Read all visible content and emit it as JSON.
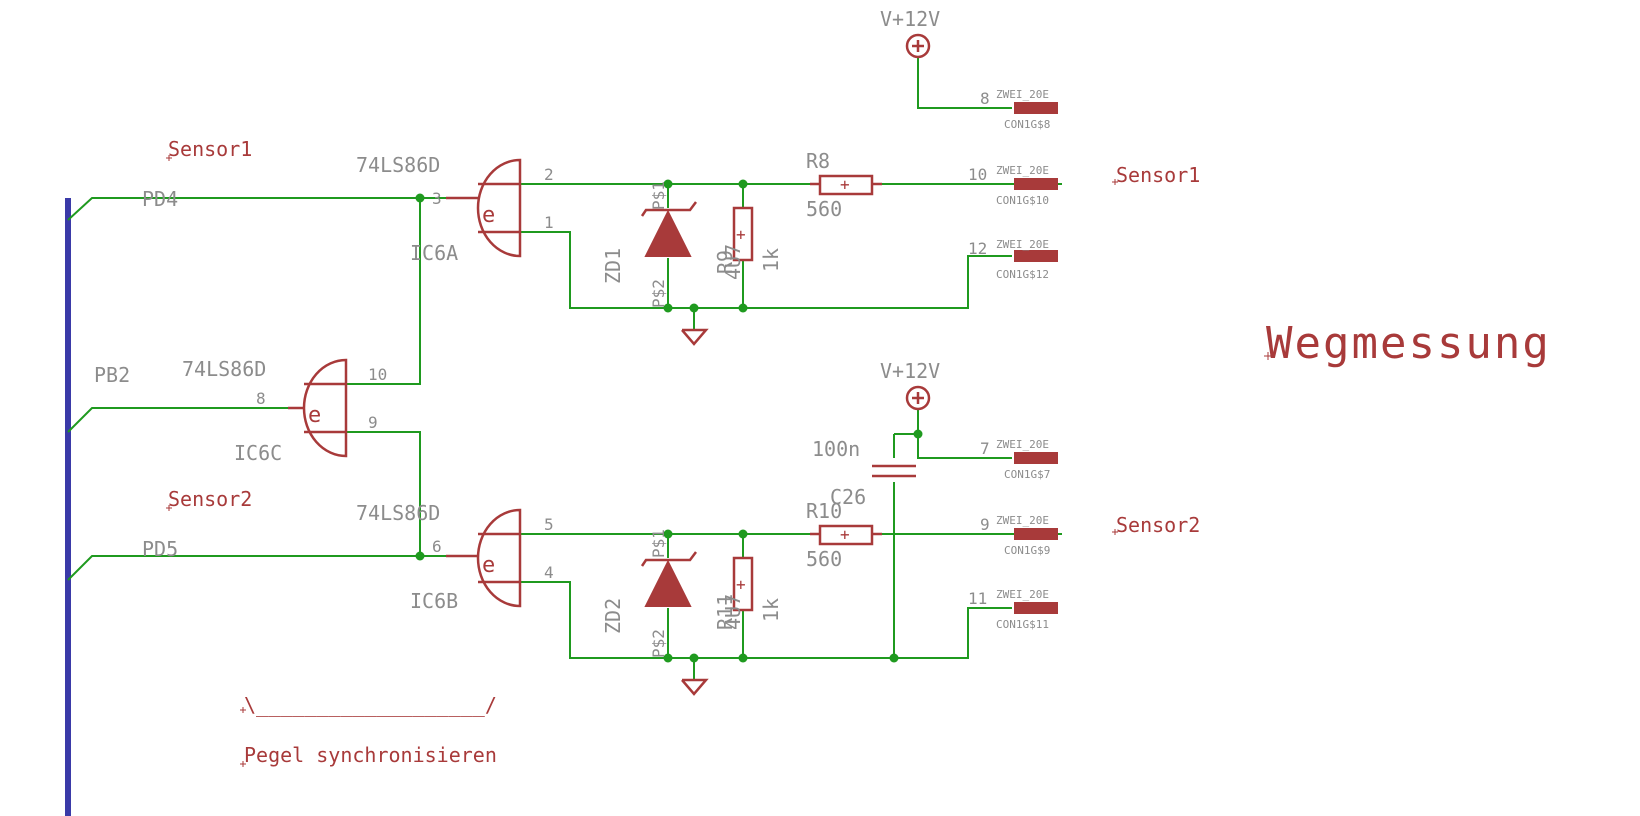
{
  "title": "Wegmessung",
  "note": {
    "line": "\\___________________/",
    "text": "Pegel synchronisieren"
  },
  "labels": {
    "sensor1_left": "Sensor1",
    "sensor2_left": "Sensor2",
    "sensor1_right": "Sensor1",
    "sensor2_right": "Sensor2"
  },
  "nets": {
    "pd4": "PD4",
    "pb2": "PB2",
    "pd5": "PD5"
  },
  "power": {
    "top": "V+12V",
    "mid": "V+12V"
  },
  "gates": {
    "ic6a": {
      "type": "74LS86D",
      "name": "IC6A",
      "symbol": "e",
      "pin_in": "3",
      "pin_out_a": "2",
      "pin_out_b": "1"
    },
    "ic6c": {
      "type": "74LS86D",
      "name": "IC6C",
      "symbol": "e",
      "pin_in": "8",
      "pin_out_a": "10",
      "pin_out_b": "9"
    },
    "ic6b": {
      "type": "74LS86D",
      "name": "IC6B",
      "symbol": "e",
      "pin_in": "6",
      "pin_out_a": "5",
      "pin_out_b": "4"
    }
  },
  "components": {
    "r8": {
      "name": "R8",
      "value": "560"
    },
    "r10": {
      "name": "R10",
      "value": "560"
    },
    "r9": {
      "name": "R9",
      "value": "1k",
      "extra": "4U7"
    },
    "r11": {
      "name": "R11",
      "value": "1k",
      "extra": "4U7"
    },
    "zd1": {
      "name": "ZD1",
      "p1": "P$1",
      "p2": "P$2"
    },
    "zd2": {
      "name": "ZD2",
      "p1": "P$1",
      "p2": "P$2"
    },
    "c26": {
      "name": "C26",
      "value": "100n"
    },
    "plus": "+"
  },
  "connectors": [
    {
      "pin": "8",
      "part": "ZWEI_20E",
      "name": "CON1G$8"
    },
    {
      "pin": "10",
      "part": "ZWEI_20E",
      "name": "CON1G$10"
    },
    {
      "pin": "12",
      "part": "ZWEI_20E",
      "name": "CON1G$12"
    },
    {
      "pin": "7",
      "part": "ZWEI_20E",
      "name": "CON1G$7"
    },
    {
      "pin": "9",
      "part": "ZWEI_20E",
      "name": "CON1G$9"
    },
    {
      "pin": "11",
      "part": "ZWEI_20E",
      "name": "CON1G$11"
    }
  ],
  "colors": {
    "wire": "#1f9a1f",
    "bus": "#3a3aa8",
    "component": "#a83a3a",
    "label": "#8c8c8c"
  }
}
